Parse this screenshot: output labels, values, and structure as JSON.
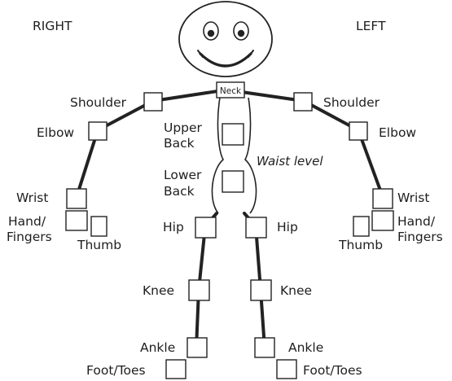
{
  "side_labels": {
    "right": "RIGHT",
    "left": "LEFT"
  },
  "neck": "Neck",
  "waist": "Waist level",
  "body_parts": {
    "shoulder_r": "Shoulder",
    "shoulder_l": "Shoulder",
    "elbow_r": "Elbow",
    "elbow_l": "Elbow",
    "upper_back": [
      "Upper",
      "Back"
    ],
    "lower_back": [
      "Lower",
      "Back"
    ],
    "wrist_r": "Wrist",
    "wrist_l": "Wrist",
    "hand_r": [
      "Hand/",
      "Fingers"
    ],
    "hand_l": [
      "Hand/",
      "Fingers"
    ],
    "thumb_r": "Thumb",
    "thumb_l": "Thumb",
    "hip_r": "Hip",
    "hip_l": "Hip",
    "knee_r": "Knee",
    "knee_l": "Knee",
    "ankle_r": "Ankle",
    "ankle_l": "Ankle",
    "foot_r": "Foot/Toes",
    "foot_l": "Foot/Toes"
  }
}
